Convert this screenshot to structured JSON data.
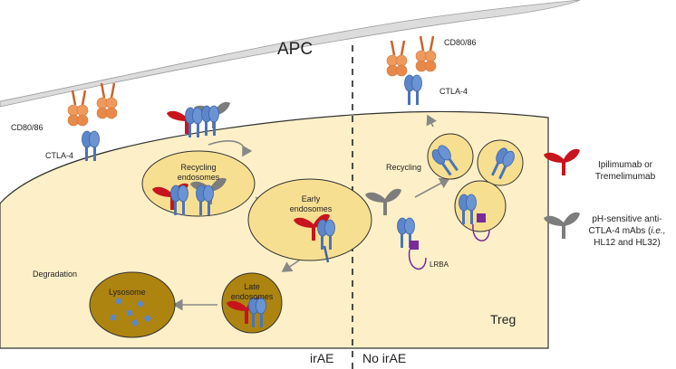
{
  "labels": {
    "apc": "APC",
    "cd80_left": "CD80/86",
    "ctla4_left": "CTLA-4",
    "cd80_right": "CD80/86",
    "ctla4_right": "CTLA-4",
    "recycling_endosomes_1": "Recycling",
    "recycling_endosomes_2": "endosomes",
    "early_endosomes_1": "Early",
    "early_endosomes_2": "endosomes",
    "late_endosomes_1": "Late",
    "late_endosomes_2": "endosomes",
    "lysosome": "Lysosome",
    "degradation": "Degradation",
    "recycling": "Recycling",
    "lrba": "LRBA",
    "treg": "Treg",
    "iraE": "irAE",
    "no_iraE": "No irAE"
  },
  "legend": {
    "ipilimumab_1": "Ipilimumab or",
    "ipilimumab_2": "Tremelimumab",
    "ph_1": "pH-sensitive anti-",
    "ph_2": "CTLA-4 mAbs (",
    "ph_2_italic": "i.e.,",
    "ph_3": "HL12 and HL32)"
  },
  "colors": {
    "apc_fill": "#dcdcdc",
    "treg_fill": "#fdf0c8",
    "endosome_fill": "#f7df92",
    "late_fill": "#ad8410",
    "ctla4": "#5b86c9",
    "cd80": "#e8894a",
    "ipilimumab": "#c8141c",
    "ph_mab": "#7d7d7d",
    "lrba": "#7a2a9a"
  }
}
